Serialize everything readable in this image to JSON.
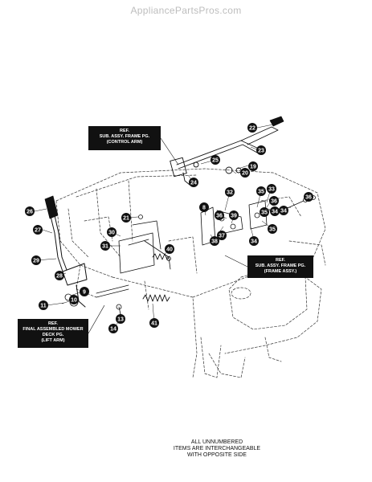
{
  "watermark": "AppliancePartsPros.com",
  "ref_boxes": {
    "control_arm": {
      "line1": "REF.",
      "line2": "SUB. ASSY. FRAME PG.",
      "line3": "(CONTROL ARM)"
    },
    "frame_assy": {
      "line1": "REF.",
      "line2": "SUB. ASSY. FRAME PG.",
      "line3": "(FRAME ASSY.)"
    },
    "lift_arm": {
      "line1": "REF.",
      "line2": "FINAL ASSEMBLED MOWER",
      "line3": "DECK PG.",
      "line4": "(LIFT ARM)"
    }
  },
  "footnote": {
    "line1": "ALL UNNUMBERED",
    "line2": "ITEMS ARE INTERCHANGEABLE",
    "line3": "WITH OPPOSITE SIDE"
  },
  "callouts": [
    "8",
    "9",
    "10",
    "11",
    "13",
    "14",
    "19",
    "20",
    "21",
    "22",
    "23",
    "24",
    "25",
    "26",
    "27",
    "28",
    "29",
    "30",
    "31",
    "32",
    "33",
    "34",
    "35",
    "36",
    "37",
    "38",
    "39",
    "40",
    "41"
  ],
  "colors": {
    "ink": "#111111",
    "paper": "#ffffff",
    "watermark": "#bdbdbd"
  }
}
